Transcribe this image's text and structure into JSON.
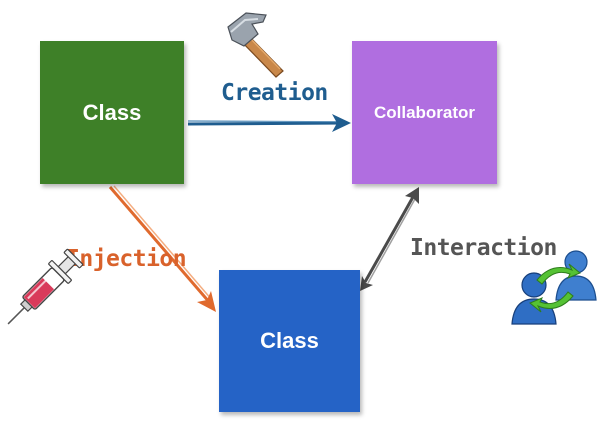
{
  "diagram": {
    "nodes": {
      "class_top": {
        "label": "Class",
        "color": "#3e8028"
      },
      "collaborator": {
        "label": "Collaborator",
        "color": "#b06ee0"
      },
      "class_bottom": {
        "label": "Class",
        "color": "#2563c6"
      }
    },
    "edges": {
      "creation": {
        "label": "Creation",
        "color": "#1f5d8f",
        "from": "class_top",
        "to": "collaborator"
      },
      "injection": {
        "label": "Injection",
        "color": "#d9622b",
        "from": "class_top",
        "to": "class_bottom"
      },
      "interaction": {
        "label": "Interaction",
        "color": "#555555",
        "from": "class_bottom",
        "to": "collaborator",
        "bidirectional": true
      }
    },
    "icons": [
      "hammer-icon",
      "syringe-icon",
      "users-exchange-icon"
    ]
  }
}
